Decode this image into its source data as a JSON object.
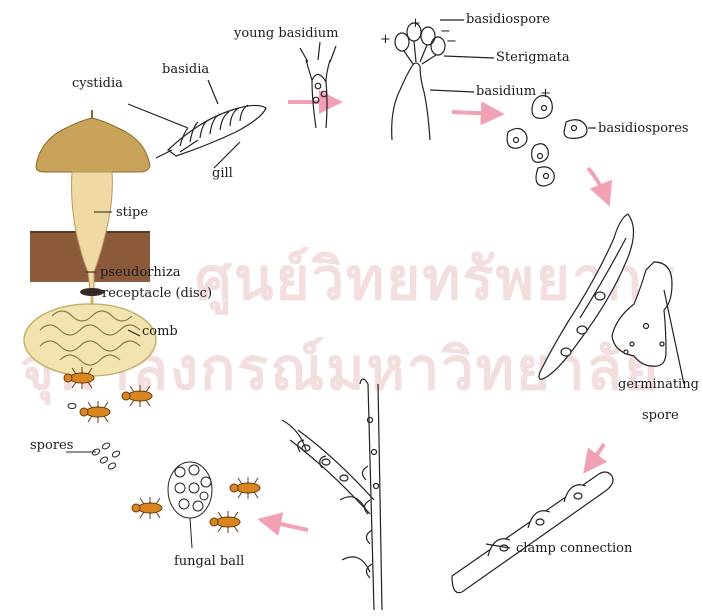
{
  "watermark": {
    "line1": "ศูนย์วิทยทรัพยากร",
    "line2": "จุฬาลงกรณ์มหาวิทยาลัย",
    "color": "#f3dede"
  },
  "colors": {
    "arrow": "#f2a0b4",
    "mushroom_cap": "#c9a25a",
    "stipe": "#f0d9a4",
    "soil": "#8a5a3a",
    "comb": "#f2e4b0",
    "termite": "#d9861e",
    "ink": "#222222"
  },
  "labels": {
    "young_basidium": "young basidium",
    "basidiospore": "basidiospore",
    "sterigmata": "Sterigmata",
    "basidium": "basidium",
    "basidiospores": "basidiospores",
    "cystidia": "cystidia",
    "basidia": "basidia",
    "gill": "gill",
    "stipe": "stipe",
    "pseudorhiza": "pseudorhiza",
    "receptacle": "receptacle (disc)",
    "comb": "comb",
    "spores": "spores",
    "germinating_1": "germinating",
    "germinating_2": "spore",
    "clamp_connection": "clamp connection",
    "fungal_ball": "fungal ball",
    "plus": "+",
    "minus": "−"
  }
}
